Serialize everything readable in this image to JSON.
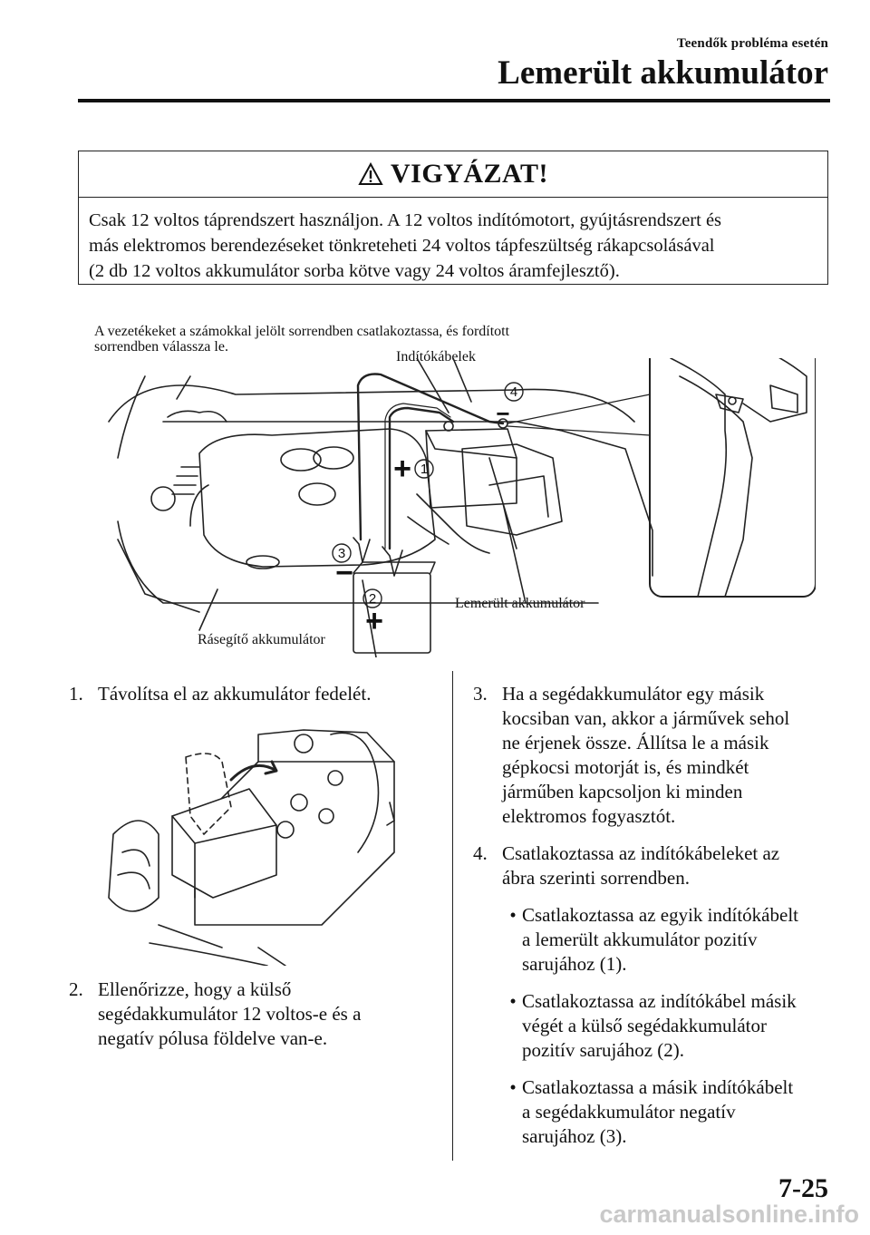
{
  "header": {
    "section": "Teendők probléma esetén",
    "title": "Lemerült akkumulátor"
  },
  "warning": {
    "title": "VIGYÁZAT!",
    "icon": "warning-triangle-icon",
    "lines": [
      "Csak 12 voltos táprendszert használjon. A 12 voltos indítómotort, gyújtásrendszert és",
      "más elektromos berendezéseket tönkreteheti 24 voltos tápfeszültség rákapcsolásával",
      "(2 db 12 voltos akkumulátor sorba kötve vagy 24 voltos áramfejlesztő)."
    ]
  },
  "diagram": {
    "instruction_lines": [
      "A vezetékeket a számokkal jelölt sorrendben csatlakoztassa, és fordított",
      "sorrendben válassza le."
    ],
    "cables_label": "Indítókábelek",
    "dead_battery_label": "Lemerült akkumulátor",
    "booster_label": "Rásegítő akkumulátor",
    "markers": [
      "1",
      "2",
      "3",
      "4"
    ],
    "plus": "+",
    "minus": "−"
  },
  "steps_left": {
    "step1": {
      "num": "1.",
      "text": "Távolítsa el az akkumulátor fedelét."
    },
    "step2": {
      "num": "2.",
      "lines": [
        "Ellenőrizze, hogy a külső",
        "segédakkumulátor 12 voltos-e és a",
        "negatív pólusa földelve van-e."
      ]
    }
  },
  "steps_right": {
    "step3": {
      "num": "3.",
      "lines": [
        "Ha a segédakkumulátor egy másik",
        "kocsiban van, akkor a járművek sehol",
        "ne érjenek össze. Állítsa le a másik",
        "gépkocsi motorját is, és mindkét",
        "járműben kapcsoljon ki minden",
        "elektromos fogyasztót."
      ]
    },
    "step4": {
      "num": "4.",
      "lines": [
        "Csatlakoztassa az indítókábeleket az",
        "ábra szerinti sorrendben."
      ]
    },
    "bullets": [
      {
        "lines": [
          "Csatlakoztassa az egyik indítókábelt",
          "a lemerült akkumulátor pozitív",
          "sarujához (1)."
        ]
      },
      {
        "lines": [
          "Csatlakoztassa az indítókábel másik",
          "végét a külső segédakkumulátor",
          "pozitív sarujához (2)."
        ]
      },
      {
        "lines": [
          "Csatlakoztassa a másik indítókábelt",
          "a segédakkumulátor negatív",
          "sarujához (3)."
        ]
      }
    ],
    "bullet_char": "•"
  },
  "page_number": "7-25",
  "watermark": "carmanualsonline.info"
}
